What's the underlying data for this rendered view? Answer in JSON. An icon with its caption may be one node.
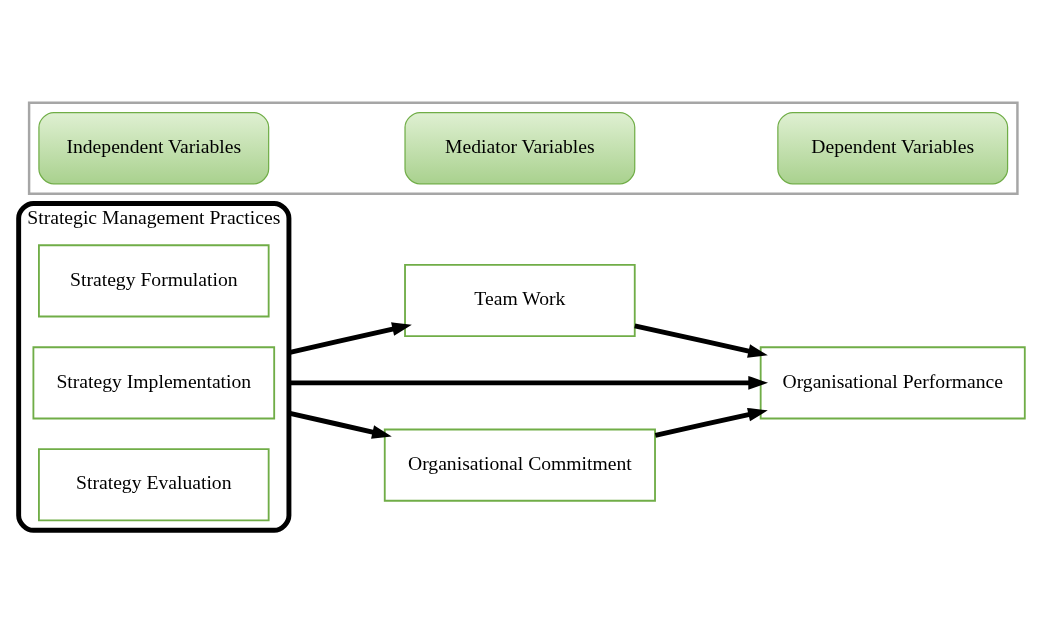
{
  "diagram": {
    "nodes": [
      {
        "text": [],
        "shape": "box"
      },
      {
        "text": [
          "Independent Variables"
        ],
        "in": 0
      },
      {
        "text": [
          "Mediator Variables"
        ],
        "in": 0
      },
      {
        "text": [
          "Dependent Variables"
        ],
        "in": 0
      },
      {
        "text": [
          "Strategic Management Practices"
        ]
      },
      {
        "text": [
          "Strategy Formulation"
        ],
        "in": 4
      },
      {
        "text": [
          "Strategy Implementation"
        ],
        "in": 4
      },
      {
        "text": [
          "Strategy Evaluation"
        ],
        "in": 4
      },
      {
        "text": [
          "Organisational Commitment"
        ]
      },
      {
        "text": [
          "Organisational Performance"
        ]
      },
      {
        "text": [
          "Team Work"
        ]
      }
    ],
    "edges": [
      {
        "from": 4,
        "to": 8,
        "arrow": "to"
      },
      {
        "from": 4,
        "to": 9,
        "arrow": "to"
      },
      {
        "from": 4,
        "to": 10,
        "arrow": "to"
      },
      {
        "from": 8,
        "to": 9,
        "arrow": "to"
      },
      {
        "from": 10,
        "to": 9,
        "arrow": "to"
      }
    ]
  }
}
